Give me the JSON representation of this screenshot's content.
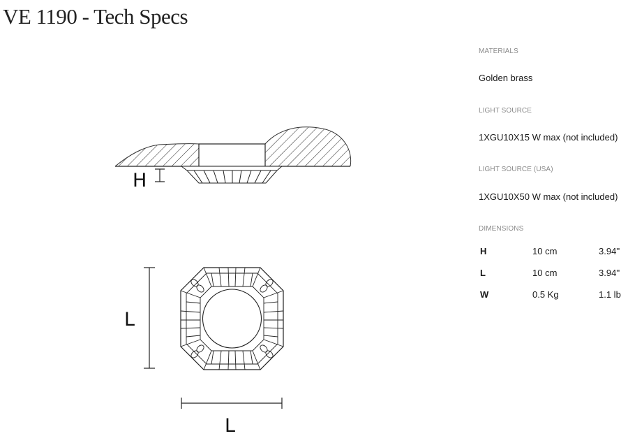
{
  "title": "VE 1190 - Tech Specs",
  "drawing": {
    "side_dim_label": "H",
    "top_vertical_label": "L",
    "top_horizontal_label": "L"
  },
  "specs": {
    "materials": {
      "label": "MATERIALS",
      "value": "Golden brass"
    },
    "light_source": {
      "label": "LIGHT SOURCE",
      "value": "1XGU10X15 W max (not included)"
    },
    "light_source_usa": {
      "label": "LIGHT SOURCE (USA)",
      "value": "1XGU10X50 W max (not included)"
    },
    "dimensions": {
      "label": "DIMENSIONS",
      "rows": [
        {
          "key": "H",
          "metric": "10 cm",
          "imperial": "3.94''"
        },
        {
          "key": "L",
          "metric": "10 cm",
          "imperial": "3.94''"
        },
        {
          "key": "W",
          "metric": "0.5 Kg",
          "imperial": "1.1 lb"
        }
      ]
    }
  }
}
